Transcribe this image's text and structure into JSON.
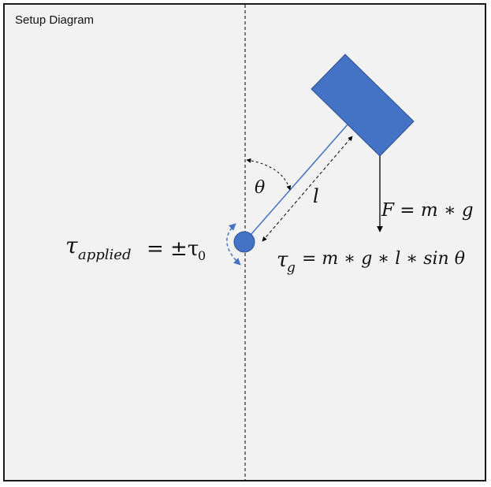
{
  "title": "Setup Diagram",
  "labels": {
    "angle": "θ",
    "length": "l",
    "force": "F = m ∗ g",
    "torque_applied_symbol": "τ",
    "torque_applied_sub": "applied",
    "torque_applied_rhs": "= ±τ",
    "torque_applied_rhs_sub": "0",
    "torque_gravity_symbol": "τ",
    "torque_gravity_sub": "g",
    "torque_gravity_rhs": "= m ∗ g ∗ l ∗  sin θ"
  },
  "colors": {
    "mass": "#4472c4",
    "pivot": "#4472c4",
    "rod": "#4472c4",
    "line": "#000000"
  }
}
